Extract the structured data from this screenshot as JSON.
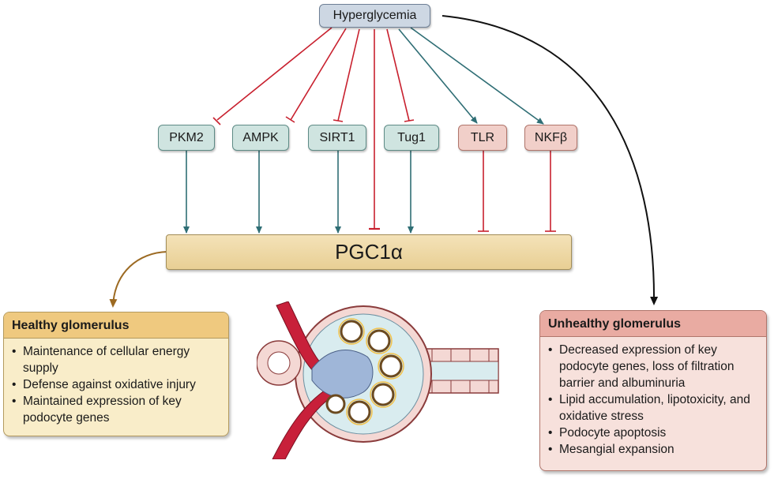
{
  "nodes": {
    "hyperglycemia": "Hyperglycemia",
    "pkm2": "PKM2",
    "ampk": "AMPK",
    "sirt1": "SIRT1",
    "tug1": "Tug1",
    "tlr": "TLR",
    "nkfb": "NKFβ",
    "pgc1a": "PGC1α"
  },
  "healthy": {
    "title": "Healthy glomerulus",
    "items": [
      "Maintenance of cellular energy supply",
      "Defense against oxidative injury",
      "Maintained expression of key podocyte genes"
    ]
  },
  "unhealthy": {
    "title": "Unhealthy glomerulus",
    "items": [
      "Decreased expression of key podocyte genes, loss of filtration barrier and albuminuria",
      "Lipid accumulation, lipotoxicity, and oxidative stress",
      "Podocyte apoptosis",
      "Mesangial expansion"
    ]
  },
  "colors": {
    "inhibit": "#c8202e",
    "activate": "#2f6e75",
    "healthy_arrow": "#9c6a22",
    "unhealthy_arrow": "#111111"
  }
}
